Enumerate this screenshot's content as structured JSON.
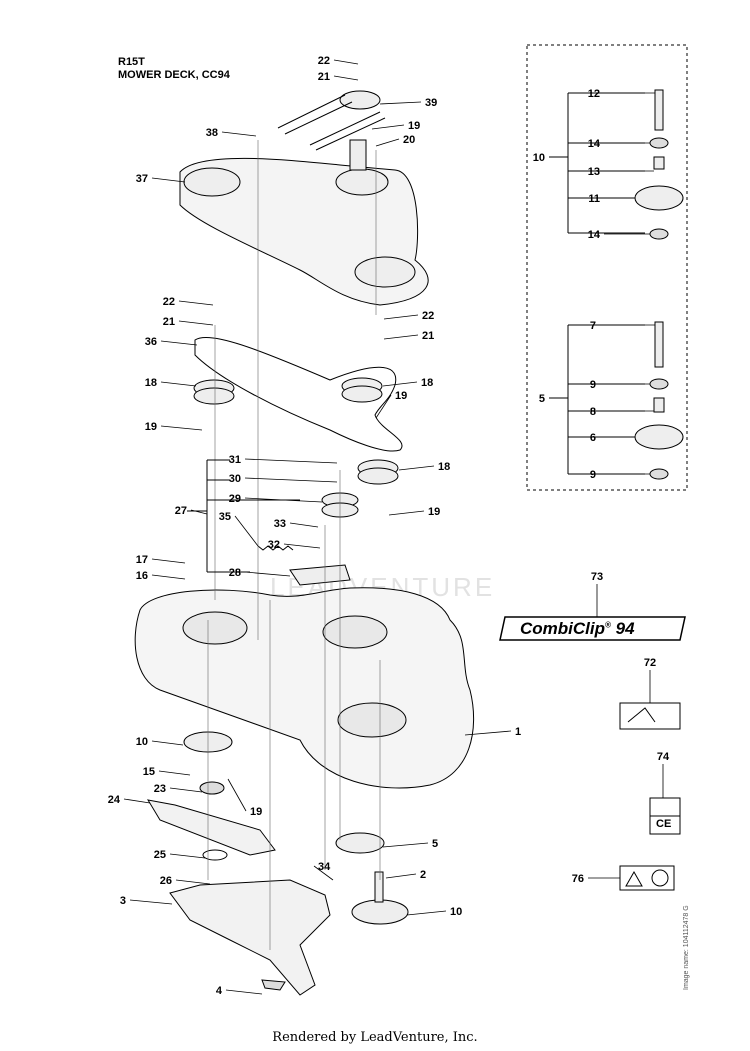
{
  "header": {
    "model": "R15T",
    "title": "MOWER DECK, CC94"
  },
  "watermark": "LEADVENTURE",
  "decals": {
    "combiclip_text": "CombiClip",
    "combiclip_number": "94",
    "ce_mark": "CE"
  },
  "image_name": "Image name: 104112478 G",
  "footer": "Rendered by LeadVenture, Inc.",
  "callouts": [
    {
      "id": "c22a",
      "label": "22"
    },
    {
      "id": "c21a",
      "label": "21"
    },
    {
      "id": "c39",
      "label": "39"
    },
    {
      "id": "c38",
      "label": "38"
    },
    {
      "id": "c19a",
      "label": "19"
    },
    {
      "id": "c20",
      "label": "20"
    },
    {
      "id": "c37",
      "label": "37"
    },
    {
      "id": "c22b",
      "label": "22"
    },
    {
      "id": "c21b",
      "label": "21"
    },
    {
      "id": "c22c",
      "label": "22"
    },
    {
      "id": "c21c",
      "label": "21"
    },
    {
      "id": "c36",
      "label": "36"
    },
    {
      "id": "c18a",
      "label": "18"
    },
    {
      "id": "c18b",
      "label": "18"
    },
    {
      "id": "c19b",
      "label": "19"
    },
    {
      "id": "c19c",
      "label": "19"
    },
    {
      "id": "c31",
      "label": "31"
    },
    {
      "id": "c18c",
      "label": "18"
    },
    {
      "id": "c30",
      "label": "30"
    },
    {
      "id": "c29",
      "label": "29"
    },
    {
      "id": "c27",
      "label": "27"
    },
    {
      "id": "c19d",
      "label": "19"
    },
    {
      "id": "c35",
      "label": "35"
    },
    {
      "id": "c33",
      "label": "33"
    },
    {
      "id": "c32",
      "label": "32"
    },
    {
      "id": "c17",
      "label": "17"
    },
    {
      "id": "c16",
      "label": "16"
    },
    {
      "id": "c28",
      "label": "28"
    },
    {
      "id": "c1",
      "label": "1"
    },
    {
      "id": "c10a",
      "label": "10"
    },
    {
      "id": "c15",
      "label": "15"
    },
    {
      "id": "c23",
      "label": "23"
    },
    {
      "id": "c24",
      "label": "24"
    },
    {
      "id": "c19e",
      "label": "19"
    },
    {
      "id": "c5a",
      "label": "5"
    },
    {
      "id": "c25",
      "label": "25"
    },
    {
      "id": "c34",
      "label": "34"
    },
    {
      "id": "c2",
      "label": "2"
    },
    {
      "id": "c26",
      "label": "26"
    },
    {
      "id": "c3",
      "label": "3"
    },
    {
      "id": "c10b",
      "label": "10"
    },
    {
      "id": "c4",
      "label": "4"
    },
    {
      "id": "c12",
      "label": "12"
    },
    {
      "id": "c10c",
      "label": "10"
    },
    {
      "id": "c14a",
      "label": "14"
    },
    {
      "id": "c13",
      "label": "13"
    },
    {
      "id": "c11",
      "label": "11"
    },
    {
      "id": "c14b",
      "label": "14"
    },
    {
      "id": "c7",
      "label": "7"
    },
    {
      "id": "c5b",
      "label": "5"
    },
    {
      "id": "c9a",
      "label": "9"
    },
    {
      "id": "c8",
      "label": "8"
    },
    {
      "id": "c6",
      "label": "6"
    },
    {
      "id": "c9b",
      "label": "9"
    },
    {
      "id": "c73",
      "label": "73"
    },
    {
      "id": "c72",
      "label": "72"
    },
    {
      "id": "c74",
      "label": "74"
    },
    {
      "id": "c76",
      "label": "76"
    }
  ]
}
